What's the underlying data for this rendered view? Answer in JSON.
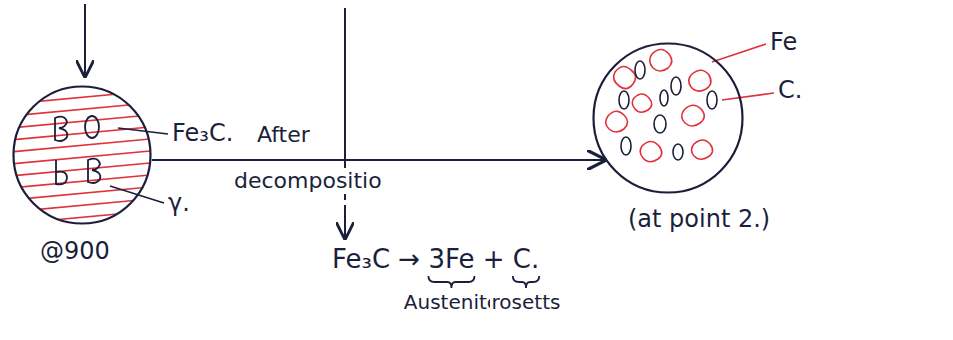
{
  "diagram": {
    "nodes": [
      {
        "text": [
          "Fe₃C.",
          "γ.",
          "@900"
        ]
      },
      {
        "text": [
          "Fe",
          "C.",
          "(at point 2.)"
        ]
      }
    ],
    "edges": [
      {
        "from": 0,
        "to": 1,
        "arrow": "to"
      }
    ],
    "labels": [
      "After",
      "decompositio",
      "Fe₃C → 3Fe + C.",
      "Austenite",
      "rosetts"
    ]
  }
}
